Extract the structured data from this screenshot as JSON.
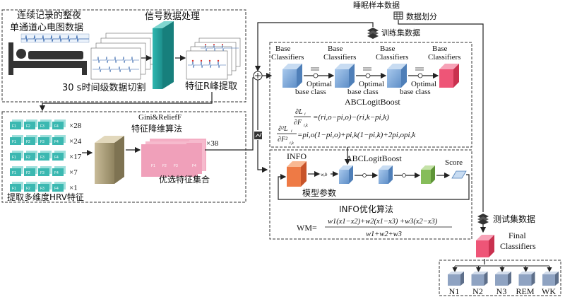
{
  "panel1": {
    "title_line1": "连续记录的整夜",
    "title_line2": "单通道心电图数据",
    "signal_processing": "信号数据处理",
    "segmentation": "30 s时间级数据切割",
    "r_peak": "特征R峰提取"
  },
  "panel2": {
    "gini_relief": "Gini&ReliefF",
    "feature_reduction": "特征降维算法",
    "counts": [
      "×28",
      "×24",
      "×17",
      "×7",
      "×1"
    ],
    "feature_labels": [
      "F1",
      "F2",
      "F3",
      "F4"
    ],
    "x38": "×38",
    "optimal_set": "优选特征集合",
    "hrv": "提取多维度HRV特征"
  },
  "top": {
    "sleep_samples": "睡眠样本数据",
    "data_split": "数据划分",
    "train_set": "训练集数据",
    "test_set": "测试集数据"
  },
  "panel3": {
    "base_classifiers": [
      "Base Classifiers",
      "Base Classifiers",
      "Base Classifiers",
      "Base Classifiers"
    ],
    "optimal_base_class": [
      "Optimal base class",
      "Optimal base class",
      "Optimal base class"
    ],
    "abc_title": "ABCLogitBoost",
    "eq1_lhs": "∂L",
    "eq1_rhs": "=(r",
    "eq1_full": "=(ri,o−pi,o)−(ri,k−pi,k)",
    "eq2_full": "=pi,o(1−pi,o)+pi,k(1−pi,k)+2pi,opi,k"
  },
  "panel4": {
    "info": "INFO",
    "abc_title": "ABCLogitBoost",
    "score": "Score",
    "model_params": "模型参数",
    "info_opt": "INFO优化算法",
    "wm_lhs": "WM=",
    "wm_num": "w1(x1−x2)+w2(x1−x3) +w3(x2−x3)",
    "wm_den": "w1+w2+w3"
  },
  "final": {
    "label_line1": "Final",
    "label_line2": "Classifiers",
    "classes": [
      "N1",
      "N2",
      "N3",
      "REM",
      "WK"
    ]
  }
}
